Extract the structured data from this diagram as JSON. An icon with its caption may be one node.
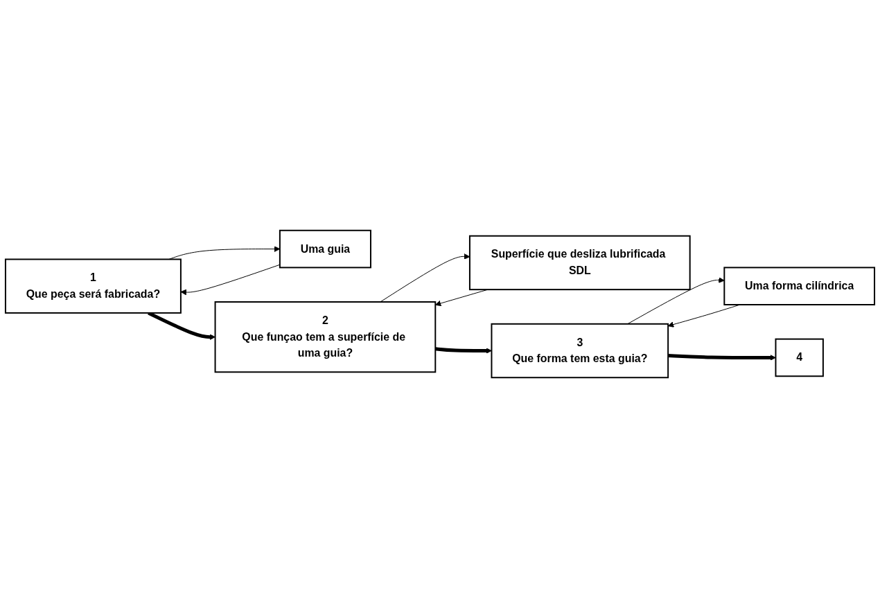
{
  "diagram": {
    "nodes": [
      {
        "text": [
          "1",
          "Que peça será fabricada?"
        ]
      },
      {
        "text": [
          "Uma guia"
        ]
      },
      {
        "text": [
          "2",
          "Que funçao tem a superfície de uma guia?"
        ]
      },
      {
        "text": [
          "Superfície que desliza lubrificada SDL"
        ]
      },
      {
        "text": [
          "3",
          "Que forma tem esta guia?"
        ]
      },
      {
        "text": [
          "Uma forma cilíndrica"
        ]
      },
      {
        "text": [
          "4"
        ]
      }
    ],
    "edges": [
      {
        "from": 0,
        "to": 1,
        "arrow": "to"
      },
      {
        "from": 1,
        "to": 0,
        "arrow": "to"
      },
      {
        "from": 0,
        "to": 2,
        "arrow": "to",
        "style": "thick"
      },
      {
        "from": 2,
        "to": 3,
        "arrow": "to"
      },
      {
        "from": 3,
        "to": 2,
        "arrow": "to"
      },
      {
        "from": 2,
        "to": 4,
        "arrow": "to",
        "style": "thick"
      },
      {
        "from": 4,
        "to": 5,
        "arrow": "to"
      },
      {
        "from": 5,
        "to": 4,
        "arrow": "to"
      },
      {
        "from": 4,
        "to": 6,
        "arrow": "to",
        "style": "thick"
      }
    ]
  }
}
